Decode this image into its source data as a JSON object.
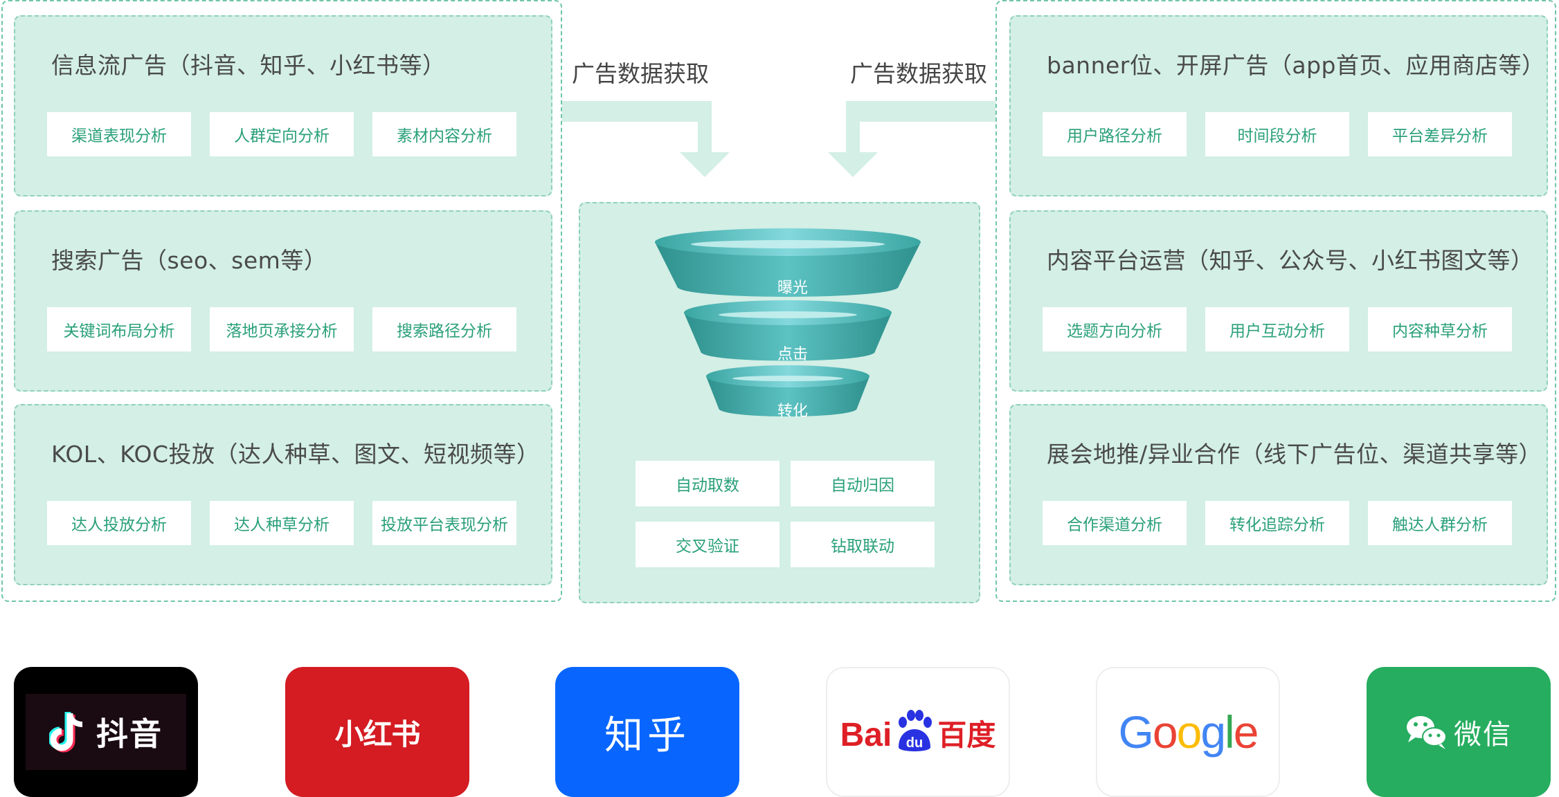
{
  "arrows": {
    "left_label": "广告数据获取",
    "right_label": "广告数据获取"
  },
  "left_panels": [
    {
      "title": "信息流广告（抖音、知乎、小红书等）",
      "tags": [
        "渠道表现分析",
        "人群定向分析",
        "素材内容分析"
      ]
    },
    {
      "title": "搜索广告（seo、sem等）",
      "tags": [
        "关键词布局分析",
        "落地页承接分析",
        "搜索路径分析"
      ]
    },
    {
      "title": "KOL、KOC投放（达人种草、图文、短视频等）",
      "tags": [
        "达人投放分析",
        "达人种草分析",
        "投放平台表现分析"
      ]
    }
  ],
  "right_panels": [
    {
      "title": "banner位、开屏广告（app首页、应用商店等）",
      "tags": [
        "用户路径分析",
        "时间段分析",
        "平台差异分析"
      ]
    },
    {
      "title": "内容平台运营（知乎、公众号、小红书图文等）",
      "tags": [
        "选题方向分析",
        "用户互动分析",
        "内容种草分析"
      ]
    },
    {
      "title": "展会地推/异业合作（线下广告位、渠道共享等）",
      "tags": [
        "合作渠道分析",
        "转化追踪分析",
        "触达人群分析"
      ]
    }
  ],
  "center": {
    "funnel": [
      "曝光",
      "点击",
      "转化"
    ],
    "tags": [
      "自动取数",
      "自动归因",
      "交叉验证",
      "钻取联动"
    ]
  },
  "logos": {
    "douyin": "抖音",
    "xiaohongshu": "小红书",
    "zhihu": "知乎",
    "baidu_latin_a": "Bai",
    "baidu_latin_b": "du",
    "baidu_cn": "百度",
    "google": "Google",
    "wechat": "微信"
  },
  "colors": {
    "panel_fill": "#d3efe6",
    "accent_green": "#2aa07a",
    "funnel_teal": "#4fb8b8",
    "douyin_bg": "#000000",
    "xiaohongshu_bg": "#d41c22",
    "zhihu_bg": "#0866ff",
    "baidu_red": "#de1f26",
    "baidu_blue": "#2932e1",
    "wechat_bg": "#26ad5f"
  }
}
